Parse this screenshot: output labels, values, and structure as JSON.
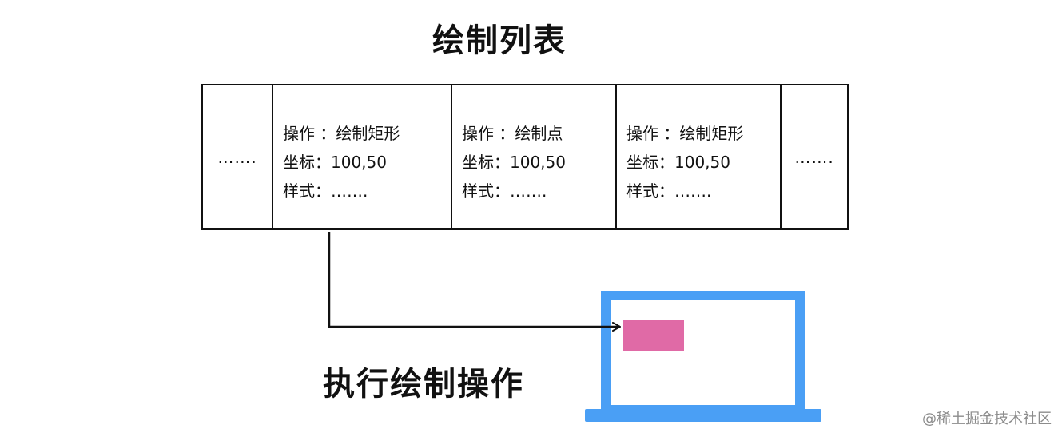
{
  "title": "绘制列表",
  "cells": [
    {
      "kind": "ellipsis",
      "text": "……."
    },
    {
      "kind": "op",
      "line1": "操作 ：绘制矩形",
      "line2": "坐标：100,50",
      "line3": "样式：……."
    },
    {
      "kind": "op",
      "line1": "操作 ：绘制点",
      "line2": "坐标：100,50",
      "line3": "样式：……."
    },
    {
      "kind": "op",
      "line1": "操作 ：绘制矩形",
      "line2": "坐标：100,50",
      "line3": "样式：……."
    },
    {
      "kind": "ellipsis",
      "text": "……."
    }
  ],
  "exec_label": "执行绘制操作",
  "watermark": "@稀土掘金技术社区",
  "colors": {
    "laptop": "#4a9ff5",
    "drawn_rect": "#e06aa6",
    "lines": "#111111"
  }
}
